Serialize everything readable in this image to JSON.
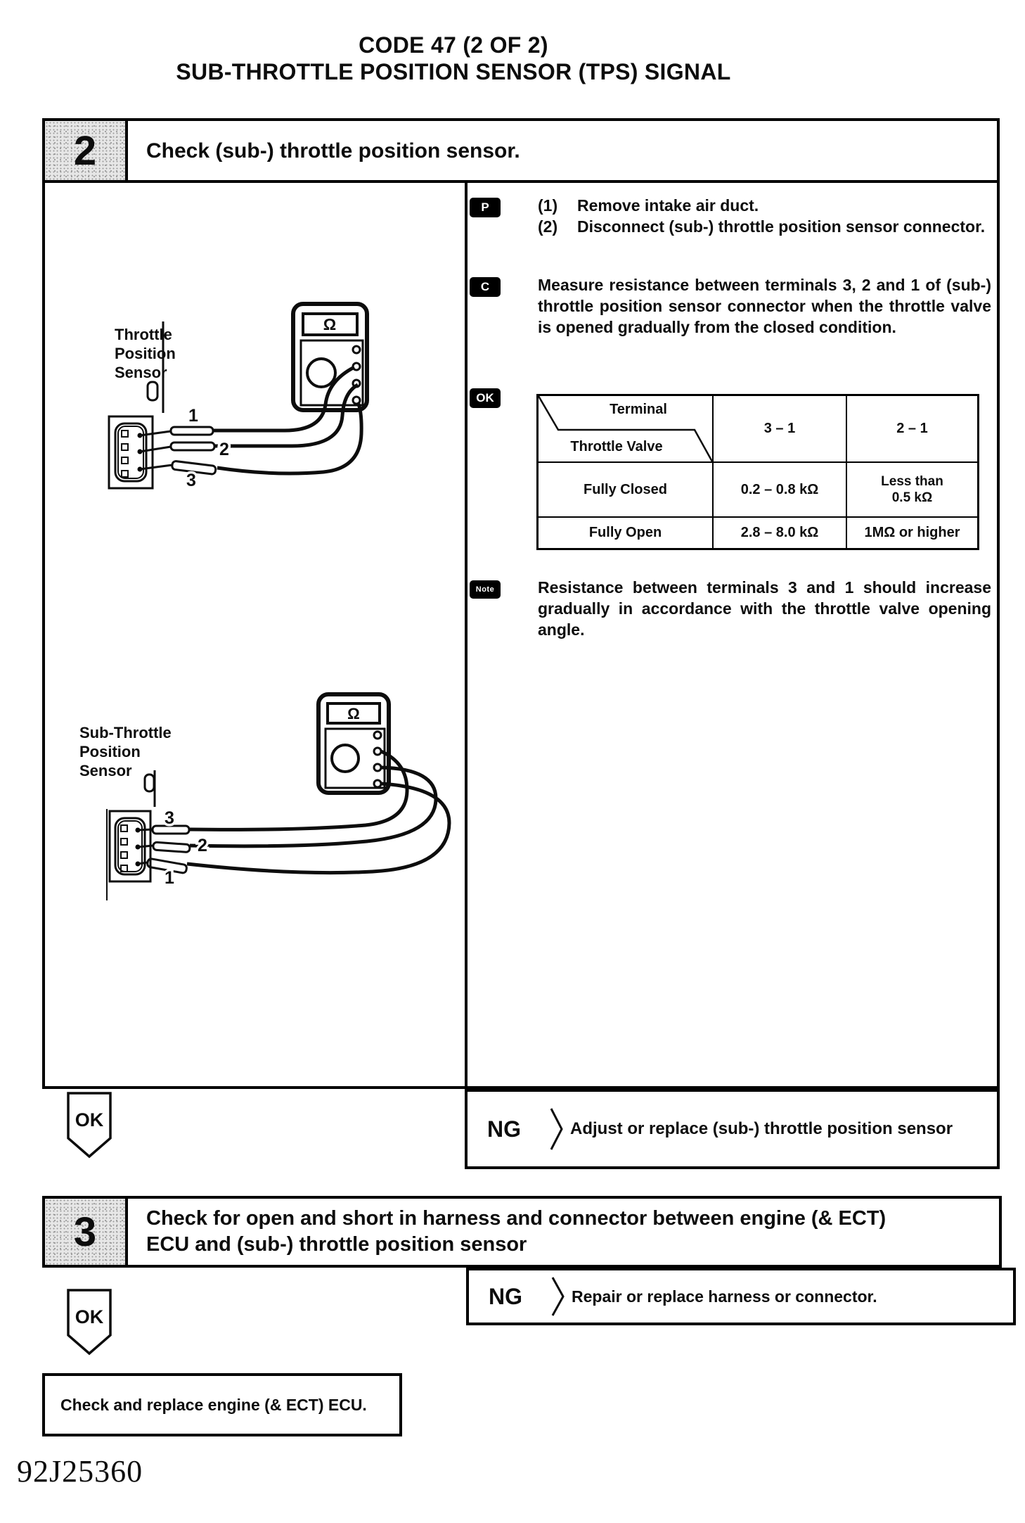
{
  "page": {
    "title_line1": "CODE 47 (2 OF 2)",
    "title_line2": "SUB-THROTTLE POSITION SENSOR (TPS) SIGNAL",
    "doc_number": "92J25360"
  },
  "step2": {
    "number": "2",
    "heading": "Check (sub-) throttle position sensor.",
    "prep": {
      "badge": "P",
      "items": [
        {
          "num": "(1)",
          "text": "Remove intake air duct."
        },
        {
          "num": "(2)",
          "text": "Disconnect (sub-) throttle position sensor connector."
        }
      ]
    },
    "check": {
      "badge": "C",
      "text": "Measure resistance between terminals 3, 2 and 1 of (sub-) throttle position sensor connector when the throttle valve is opened gradually from the closed condition."
    },
    "ok_spec": {
      "badge": "OK",
      "table": {
        "corner_top": "Terminal",
        "corner_bottom": "Throttle Valve",
        "col1": "3 – 1",
        "col2": "2 – 1",
        "rows": [
          {
            "label": "Fully Closed",
            "v1": "0.2 – 0.8 kΩ",
            "v2": "Less than\n0.5 kΩ"
          },
          {
            "label": "Fully Open",
            "v1": "2.8 – 8.0 kΩ",
            "v2": "1MΩ or higher"
          }
        ]
      }
    },
    "note": {
      "badge": "Note",
      "text": "Resistance between terminals 3 and 1 should increase gradually in accordance with the throttle valve opening angle."
    },
    "diagram_top": {
      "label": "Throttle\nPosition\nSensor",
      "t1": "1",
      "t2": "2",
      "t3": "3",
      "meter": "Ω"
    },
    "diagram_bottom": {
      "label": "Sub-Throttle\nPosition\nSensor",
      "t1": "3",
      "t2": "2",
      "t3": "1",
      "meter": "Ω"
    },
    "ok_label": "OK",
    "ng_label": "NG",
    "ng_action": "Adjust or replace (sub-) throttle position sensor"
  },
  "step3": {
    "number": "3",
    "heading": "Check for open and short in harness and connector between engine (& ECT) ECU and (sub-) throttle position sensor",
    "ok_label": "OK",
    "ng_label": "NG",
    "ng_action": "Repair or replace harness or connector."
  },
  "final": {
    "text": "Check and replace engine (& ECT) ECU."
  }
}
